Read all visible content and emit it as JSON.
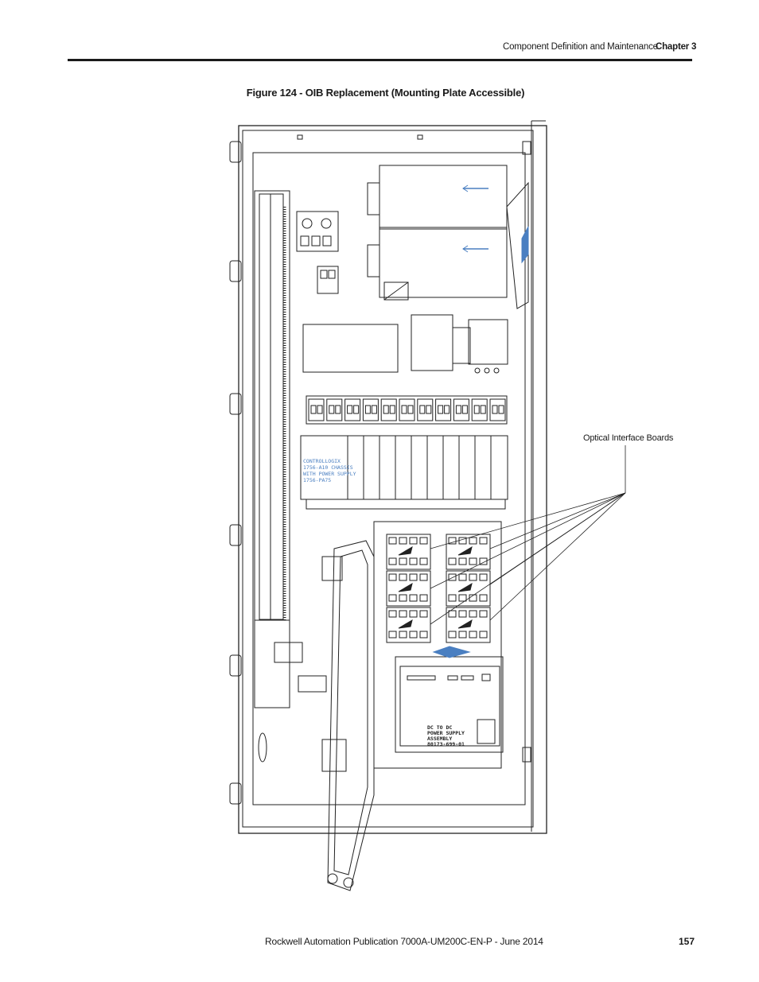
{
  "header": {
    "section": "Component Definition and Maintenance",
    "chapter": "Chapter 3"
  },
  "figure": {
    "caption": "Figure 124 - OIB Replacement (Mounting Plate Accessible)",
    "callout_label": "Optical Interface Boards",
    "plc_label_lines": [
      "CONTROLLOGIX",
      "1756-A10 CHASSIS",
      "WITH POWER SUPPLY",
      "1756-PA75"
    ],
    "psu_label_lines": [
      "DC TO DC",
      "POWER SUPPLY",
      "ASSEMBLY",
      "80173-699-01"
    ],
    "callout_count": 6,
    "accent_color": "#4a7fc1"
  },
  "footer": {
    "publication": "Rockwell Automation Publication 7000A-UM200C-EN-P - June 2014",
    "page_number": "157"
  }
}
